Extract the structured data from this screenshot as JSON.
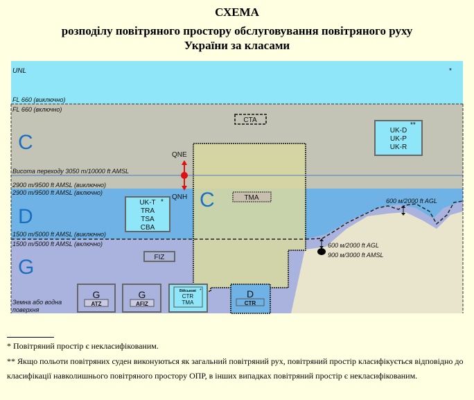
{
  "title": {
    "line1": "СХЕМА",
    "line2": "розподілу повітряного простору обслуговування повітряного руху",
    "line3": "України за класами"
  },
  "diagram": {
    "levels": {
      "unl": "UNL",
      "fl660_excl": "FL 660 (виключно)",
      "fl660_incl": "FL 660 (включно)",
      "transition": "Висота переходу  3050 m/10000 ft AMSL",
      "alt2900_excl": "2900 m/9500 ft AMSL (виключно)",
      "alt2900_incl": "2900 m/9500 ft AMSL (включно)",
      "alt1500_excl": "1500 m/5000 ft AMSL (виключно)",
      "alt1500_incl": "1500 m/5000 ft AMSL (включно)",
      "surface1": "Земна або водна",
      "surface2": "поверхня"
    },
    "classes": {
      "c_upper": "C",
      "d": "D",
      "g": "G",
      "c_tma": "C"
    },
    "unl_note": "*",
    "qne": "QNE",
    "qnh": "QNH",
    "cta": "CTA",
    "tma": "TMA",
    "fiz": "FIZ",
    "restricted": {
      "lines": [
        "UK-D",
        "UK-P",
        "UK-R"
      ],
      "note": "**"
    },
    "temporary": {
      "lines": [
        "UK-T",
        "TRA",
        "TSA",
        "CBA"
      ],
      "note": "*"
    },
    "agl_upper": "600 м/2000 ft AGL",
    "agl_lower": "600 м/2000 ft AGL",
    "amsl_lower": "900 м/3000 ft  AMSL",
    "atz": {
      "cls": "G",
      "name": "ATZ"
    },
    "afiz": {
      "cls": "G",
      "name": "AFIZ"
    },
    "military": {
      "label": "Військові",
      "note": "*",
      "line1": "CTR",
      "line2": "TMA"
    },
    "ctr": {
      "cls": "D",
      "name": "CTR"
    }
  },
  "footnotes": {
    "f1": "* Повітряний простір є некласифікованим.",
    "f2": "** Якщо польоти повітряних суден виконуються як загальний повітряний рух, повітряний простір класифікується відповідно до класифікації навколишнього повітряного простору ОПР, в інших випадках повітряний простір є некласифікованим."
  },
  "colors": {
    "unl": "#8ee6f8",
    "class_c": "#c3c3b6",
    "class_d": "#6fb3e6",
    "class_g": "#a9b3de",
    "tma": "#d8d8a0",
    "accent": "#1a6fc0"
  }
}
